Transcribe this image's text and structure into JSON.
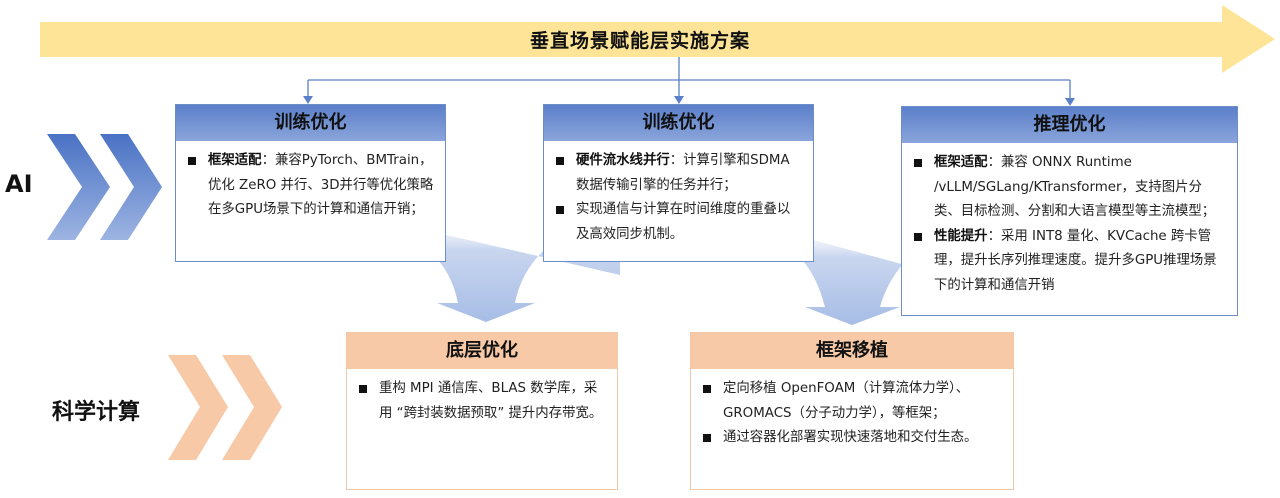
{
  "banner": {
    "title": "垂直场景赋能层实施方案",
    "color": "#fde496"
  },
  "rows": {
    "ai": {
      "label": "AI",
      "chevron_color": "#5b7fc9"
    },
    "sci": {
      "label": "科学计算",
      "chevron_color": "#f7c9a6"
    }
  },
  "cards": {
    "train1": {
      "title": "训练优化",
      "items": [
        {
          "bold": "框架适配",
          "text": "：兼容PyTorch、BMTrain，优化 ZeRO 并行、3D并行等优化策略在多GPU场景下的计算和通信开销；"
        }
      ]
    },
    "train2": {
      "title": "训练优化",
      "items": [
        {
          "bold": "硬件流水线并行",
          "text": "：计算引擎和SDMA 数据传输引擎的任务并行；"
        },
        {
          "bold": "",
          "text": "实现通信与计算在时间维度的重叠以及高效同步机制。"
        }
      ]
    },
    "infer": {
      "title": "推理优化",
      "items": [
        {
          "bold": "框架适配",
          "text": "：兼容 ONNX Runtime /vLLM/SGLang/KTransformer，支持图片分类、目标检测、分割和大语言模型等主流模型；"
        },
        {
          "bold": "性能提升",
          "text": "：采用 INT8 量化、KVCache 跨卡管理，提升长序列推理速度。提升多GPU推理场景下的计算和通信开销"
        }
      ]
    },
    "lowlevel": {
      "title": "底层优化",
      "items": [
        {
          "bold": "",
          "text": "重构 MPI 通信库、BLAS 数学库，采用 “跨封装数据预取” 提升内存带宽。"
        }
      ]
    },
    "port": {
      "title": "框架移植",
      "items": [
        {
          "bold": "",
          "text": "定向移植 OpenFOAM（计算流体力学）、GROMACS（分子动力学），等框架；"
        },
        {
          "bold": "",
          "text": "通过容器化部署实现快速落地和交付生态。"
        }
      ]
    }
  }
}
